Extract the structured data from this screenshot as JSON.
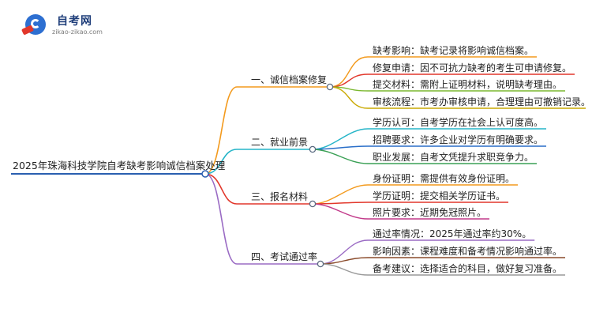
{
  "logo": {
    "title": "自考网",
    "url": "zikao-zikao.com"
  },
  "root": "2025年珠海科技学院自考缺考影响诚信档案处理",
  "branches": [
    {
      "label": "一、诚信档案修复",
      "color": "#f39a1d",
      "leaves": [
        {
          "text": "缺考影响：缺考记录将影响诚信档案。",
          "color": "#f39a1d"
        },
        {
          "text": "修复申请：因不可抗力缺考的考生可申请修复。",
          "color": "#e2372b"
        },
        {
          "text": "提交材料：需附上证明材料，说明缺考理由。",
          "color": "#7bb830"
        },
        {
          "text": "审核流程：市考办审核申请，合理理由可撤销记录。",
          "color": "#c9a800"
        }
      ]
    },
    {
      "label": "二、就业前景",
      "color": "#26b5c8",
      "leaves": [
        {
          "text": "学历认可：自考学历在社会上认可度高。",
          "color": "#26b5c8"
        },
        {
          "text": "招聘要求：许多企业对学历有明确要求。",
          "color": "#2a6fc9"
        },
        {
          "text": "职业发展：自考文凭提升求职竞争力。",
          "color": "#3aa055"
        }
      ]
    },
    {
      "label": "三、报名材料",
      "color": "#e2372b",
      "leaves": [
        {
          "text": "身份证明：需提供有效身份证明。",
          "color": "#f39a1d"
        },
        {
          "text": "学历证明：提交相关学历证书。",
          "color": "#e2372b"
        },
        {
          "text": "照片要求：近期免冠照片。",
          "color": "#c23a8a"
        }
      ]
    },
    {
      "label": "四、考试通过率",
      "color": "#9a6bc4",
      "leaves": [
        {
          "text": "通过率情况：2025年通过率约30%。",
          "color": "#9a6bc4"
        },
        {
          "text": "影响因素：课程难度和备考情况影响通过率。",
          "color": "#8a4a2a"
        },
        {
          "text": "备考建议：选择适合的科目，做好复习准备。",
          "color": "#9a9a9a"
        }
      ]
    }
  ]
}
